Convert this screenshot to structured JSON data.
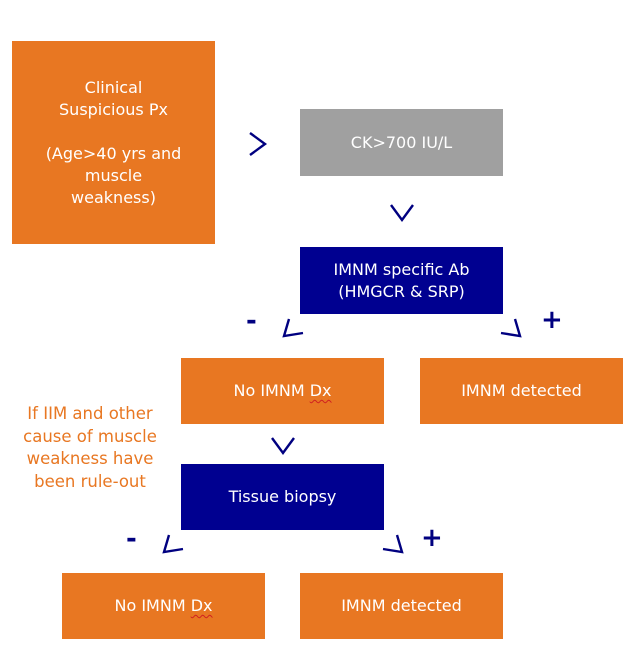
{
  "colors": {
    "orange": "#e87722",
    "gray": "#a0a0a0",
    "navy": "#000090",
    "arrow": "#000080",
    "text_light": "#ffffff"
  },
  "nodes": {
    "clinical": {
      "line1": "Clinical",
      "line2": "Suspicious Px",
      "line3": "(Age>40 yrs and",
      "line4": "muscle",
      "line5": "weakness)"
    },
    "ck": {
      "label": "CK>700 IU/L"
    },
    "antibody": {
      "line1": "IMNM specific Ab",
      "line2": "(HMGCR & SRP)"
    },
    "no_dx_1": {
      "prefix": "No IMNM ",
      "suffix": "Dx"
    },
    "detected_1": {
      "label": "IMNM detected"
    },
    "biopsy": {
      "label": "Tissue biopsy"
    },
    "no_dx_2": {
      "prefix": "No IMNM ",
      "suffix": "Dx"
    },
    "detected_2": {
      "label": "IMNM detected"
    }
  },
  "note": {
    "line1": "If IIM and other",
    "line2": "cause of muscle",
    "line3": "weakness have",
    "line4": "been rule-out"
  },
  "signs": {
    "antibody_negative": "-",
    "antibody_positive": "+",
    "biopsy_negative": "-",
    "biopsy_positive": "+"
  },
  "edges": [
    {
      "from": "clinical",
      "to": "ck",
      "icon": "chevron-right-icon"
    },
    {
      "from": "ck",
      "to": "antibody",
      "icon": "chevron-down-icon"
    },
    {
      "from": "antibody",
      "to": "no_dx_1",
      "icon": "chevron-down-left-icon",
      "result": "-"
    },
    {
      "from": "antibody",
      "to": "detected_1",
      "icon": "chevron-down-right-icon",
      "result": "+"
    },
    {
      "from": "no_dx_1",
      "to": "biopsy",
      "icon": "chevron-down-icon"
    },
    {
      "from": "biopsy",
      "to": "no_dx_2",
      "icon": "chevron-down-left-icon",
      "result": "-"
    },
    {
      "from": "biopsy",
      "to": "detected_2",
      "icon": "chevron-down-right-icon",
      "result": "+"
    }
  ]
}
